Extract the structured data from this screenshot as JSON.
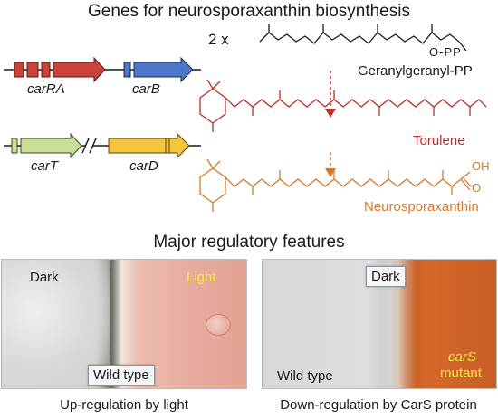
{
  "header": {
    "title": "Genes for neurosporaxanthin biosynthesis"
  },
  "genes": {
    "row1": [
      "carRA",
      "carB"
    ],
    "row2": [
      "carT",
      "carD"
    ]
  },
  "chemistry": {
    "multiplier": "2 x",
    "substituent": "O-PP",
    "compounds": [
      "Geranylgeranyl-PP",
      "Torulene",
      "Neurosporaxanthin"
    ],
    "acid_o": "O",
    "acid_oh": "OH"
  },
  "section2": {
    "title": "Major regulatory features"
  },
  "panel_left": {
    "dark_label": "Dark",
    "light_label": "Light",
    "strain_label": "Wild type",
    "caption": "Up-regulation by light"
  },
  "panel_right": {
    "dark_label": "Dark",
    "strain_label": "Wild type",
    "mutant_gene": "carS",
    "mutant_word": "mutant",
    "caption": "Down-regulation by CarS protein"
  },
  "colors": {
    "carRA": "#c94338",
    "carB": "#4a77c8",
    "carT": "#c9df98",
    "carD": "#f2c53c",
    "torulene": "#b8302a",
    "neurosporaxanthin": "#d6782a"
  }
}
